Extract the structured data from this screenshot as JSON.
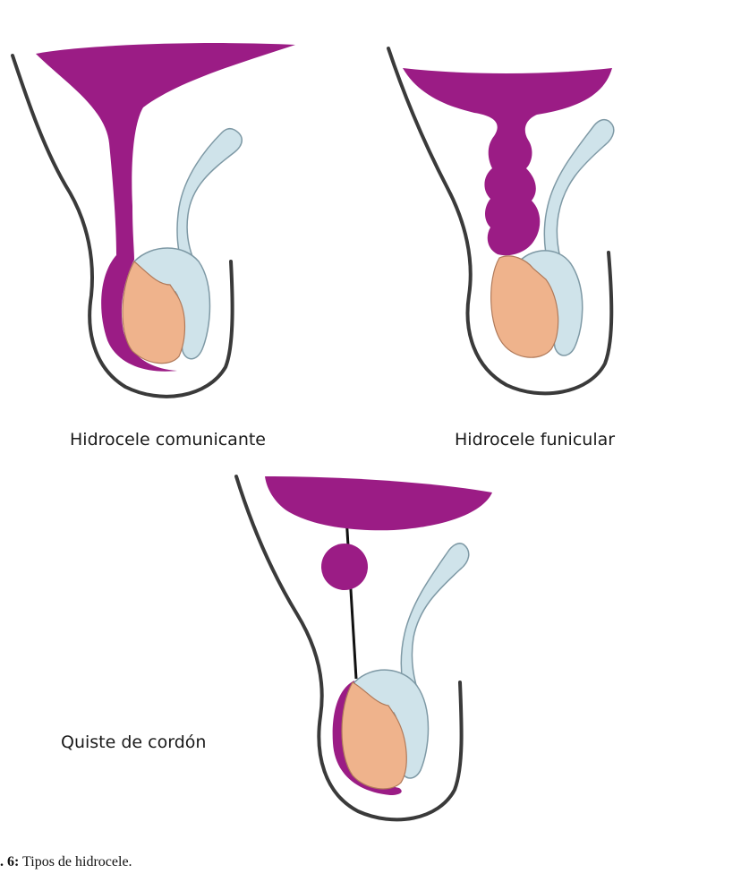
{
  "diagrams": [
    {
      "label": "Hidrocele comunicante"
    },
    {
      "label": "Hidrocele funicular"
    },
    {
      "label": "Quiste de cordón"
    }
  ],
  "caption": {
    "prefix": ". 6:",
    "text": " Tipos de hidrocele."
  },
  "colors": {
    "fluid": "#9b1c85",
    "testis": "#efb38c",
    "epididymis_cord": "#cfe3ea",
    "outline": "#3a3a3a"
  }
}
